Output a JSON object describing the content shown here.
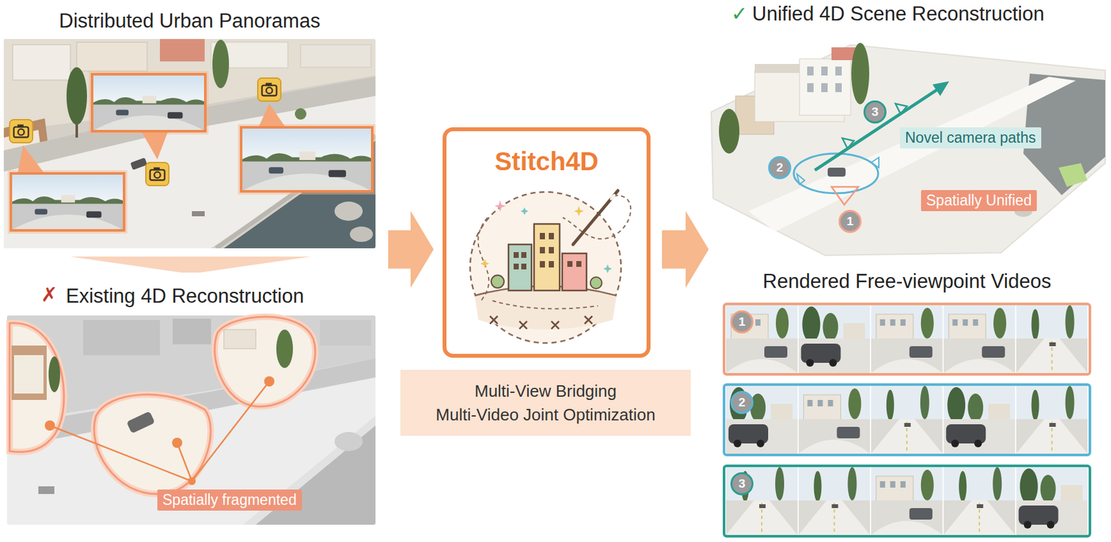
{
  "diagram": {
    "nodes": [
      {
        "text": [
          "Distributed Urban Panoramas"
        ]
      },
      {
        "text": [
          "Existing 4D Reconstruction"
        ]
      },
      {
        "text": [
          "Spatially fragmented"
        ],
        "in": 1
      },
      {
        "text": [
          "Stitch4D"
        ]
      },
      {
        "text": [
          "Multi-View Bridging",
          "Multi-Video Joint Optimization"
        ]
      },
      {
        "text": [
          "Unified 4D Scene Reconstruction"
        ]
      },
      {
        "text": [
          "3"
        ],
        "in": 5
      },
      {
        "text": [
          "Novel camera paths"
        ],
        "in": 5
      },
      {
        "text": [
          "2"
        ],
        "in": 5
      },
      {
        "text": [
          "Spatially Unified"
        ],
        "in": 5
      },
      {
        "text": [
          "1"
        ],
        "in": 5
      },
      {
        "text": [
          "1"
        ]
      },
      {
        "text": [
          "2"
        ]
      },
      {
        "text": [
          "3"
        ]
      }
    ],
    "edges": [
      {
        "from": 0,
        "to": 1,
        "arrow": "to"
      },
      {
        "from": 0,
        "to": 3,
        "arrow": "to"
      },
      {
        "from": 3,
        "to": 5,
        "arrow": "to"
      }
    ],
    "labels": [
      "✗",
      "✓",
      "Rendered Free-viewpoint Videos"
    ]
  }
}
